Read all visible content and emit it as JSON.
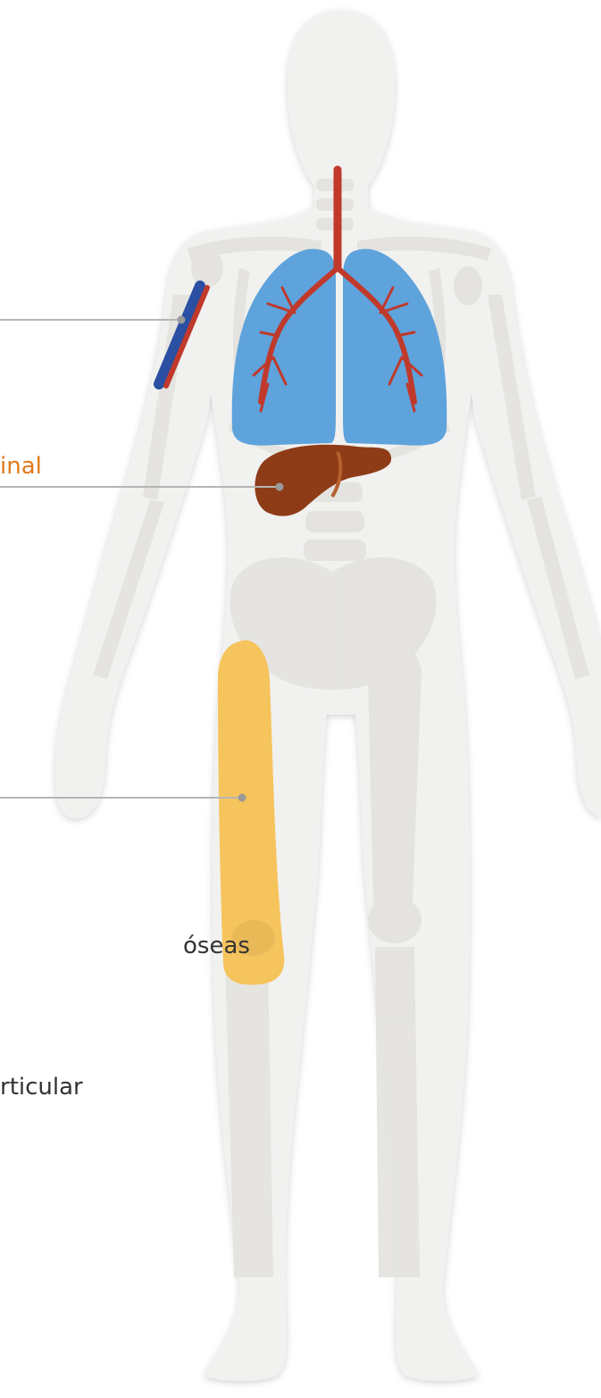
{
  "labels": {
    "highlighted": "inal",
    "bone_lesions": "óseas",
    "articular": "rticular"
  },
  "colors": {
    "accent_label": "#e07b1a",
    "body_silhouette": "#f1f1f0",
    "skeleton": "#e3e2de",
    "lungs": "#5ea3dc",
    "artery": "#c0392b",
    "vein": "#2b4fa2",
    "liver": "#8e3c17",
    "femur_highlight": "#f6c45c",
    "leader_line": "#b5b5b5"
  }
}
